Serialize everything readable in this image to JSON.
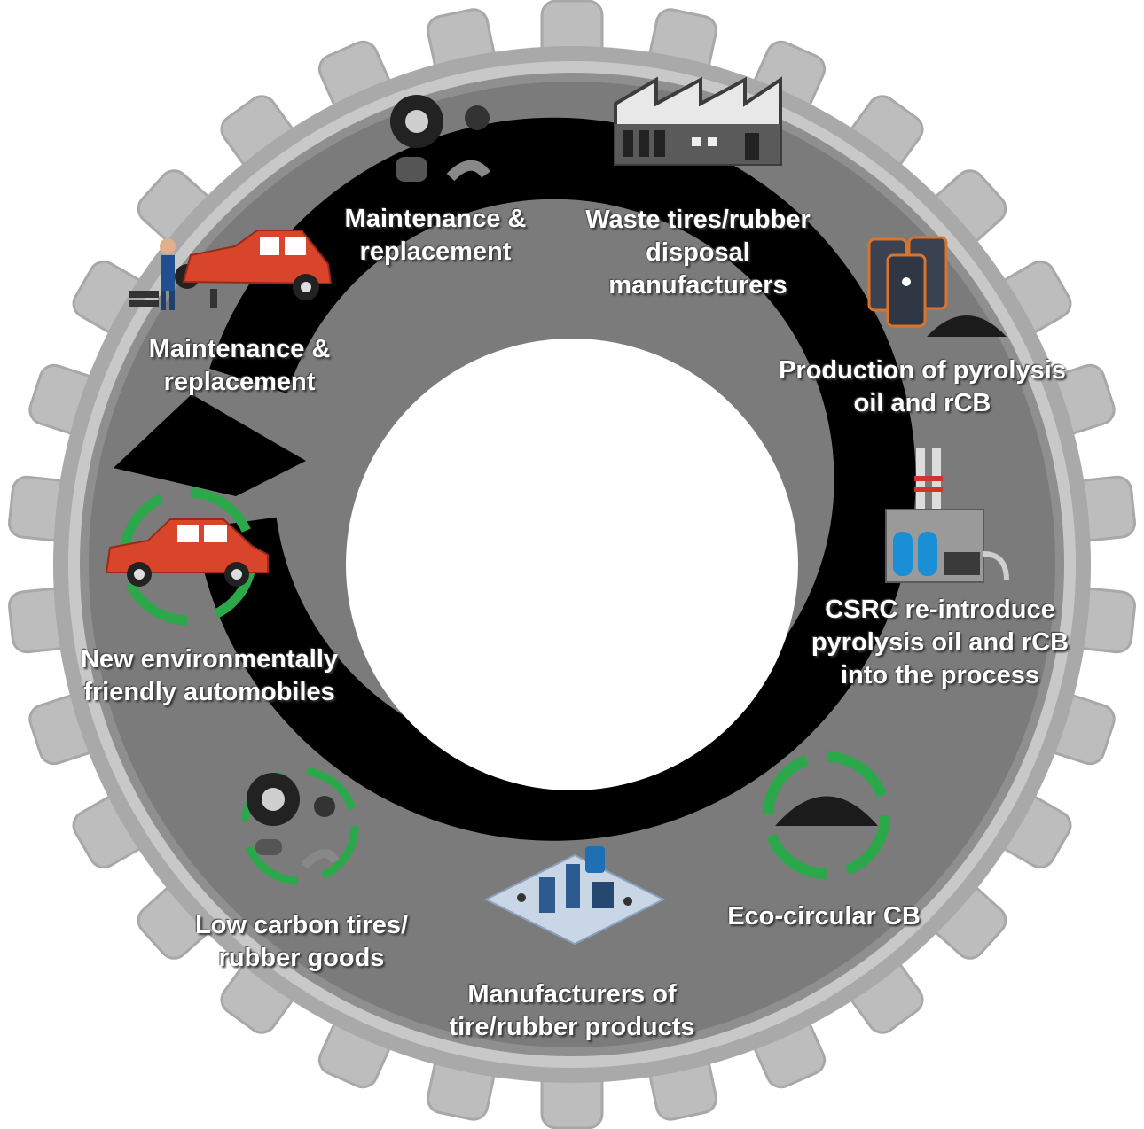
{
  "colors": {
    "tread_outer": "#a9a9a9",
    "tread_block": "#bdbdbd",
    "rim_light": "#c8c8c8",
    "ring_gray": "#7a7a7a",
    "loop_black": "#000000",
    "hub_white": "#ffffff",
    "car_red": "#d9452b",
    "arrow_green": "#2aa84a",
    "steel_blue": "#1f6fb5",
    "factory_gray": "#4a4a4a"
  },
  "stages": [
    {
      "id": "waste-disposal",
      "lines": [
        "Waste tires/rubber",
        "disposal",
        "manufacturers"
      ],
      "icon": "factory-icon"
    },
    {
      "id": "pyrolysis",
      "lines": [
        "Production of pyrolysis",
        "oil and rCB"
      ],
      "icon": "oil-barrels-icon"
    },
    {
      "id": "csrc",
      "lines": [
        "CSRC re-introduce",
        "pyrolysis oil and rCB",
        "into the process"
      ],
      "icon": "processing-plant-icon"
    },
    {
      "id": "eco-cb",
      "lines": [
        "Eco-circular CB"
      ],
      "icon": "recycle-carbon-black-icon"
    },
    {
      "id": "manufacturers",
      "lines": [
        "Manufacturers of",
        "tire/rubber products"
      ],
      "icon": "production-line-icon"
    },
    {
      "id": "low-carbon",
      "lines": [
        "Low carbon tires/",
        "rubber goods"
      ],
      "icon": "tire-parts-recycle-icon"
    },
    {
      "id": "new-auto",
      "lines": [
        "New environmentally",
        "friendly automobiles"
      ],
      "icon": "car-recycle-icon"
    },
    {
      "id": "maintenance-1",
      "lines": [
        "Maintenance &",
        "replacement"
      ],
      "icon": "mechanic-car-icon"
    },
    {
      "id": "maintenance-2",
      "lines": [
        "Maintenance &",
        "replacement"
      ],
      "icon": "tire-parts-icon"
    }
  ]
}
